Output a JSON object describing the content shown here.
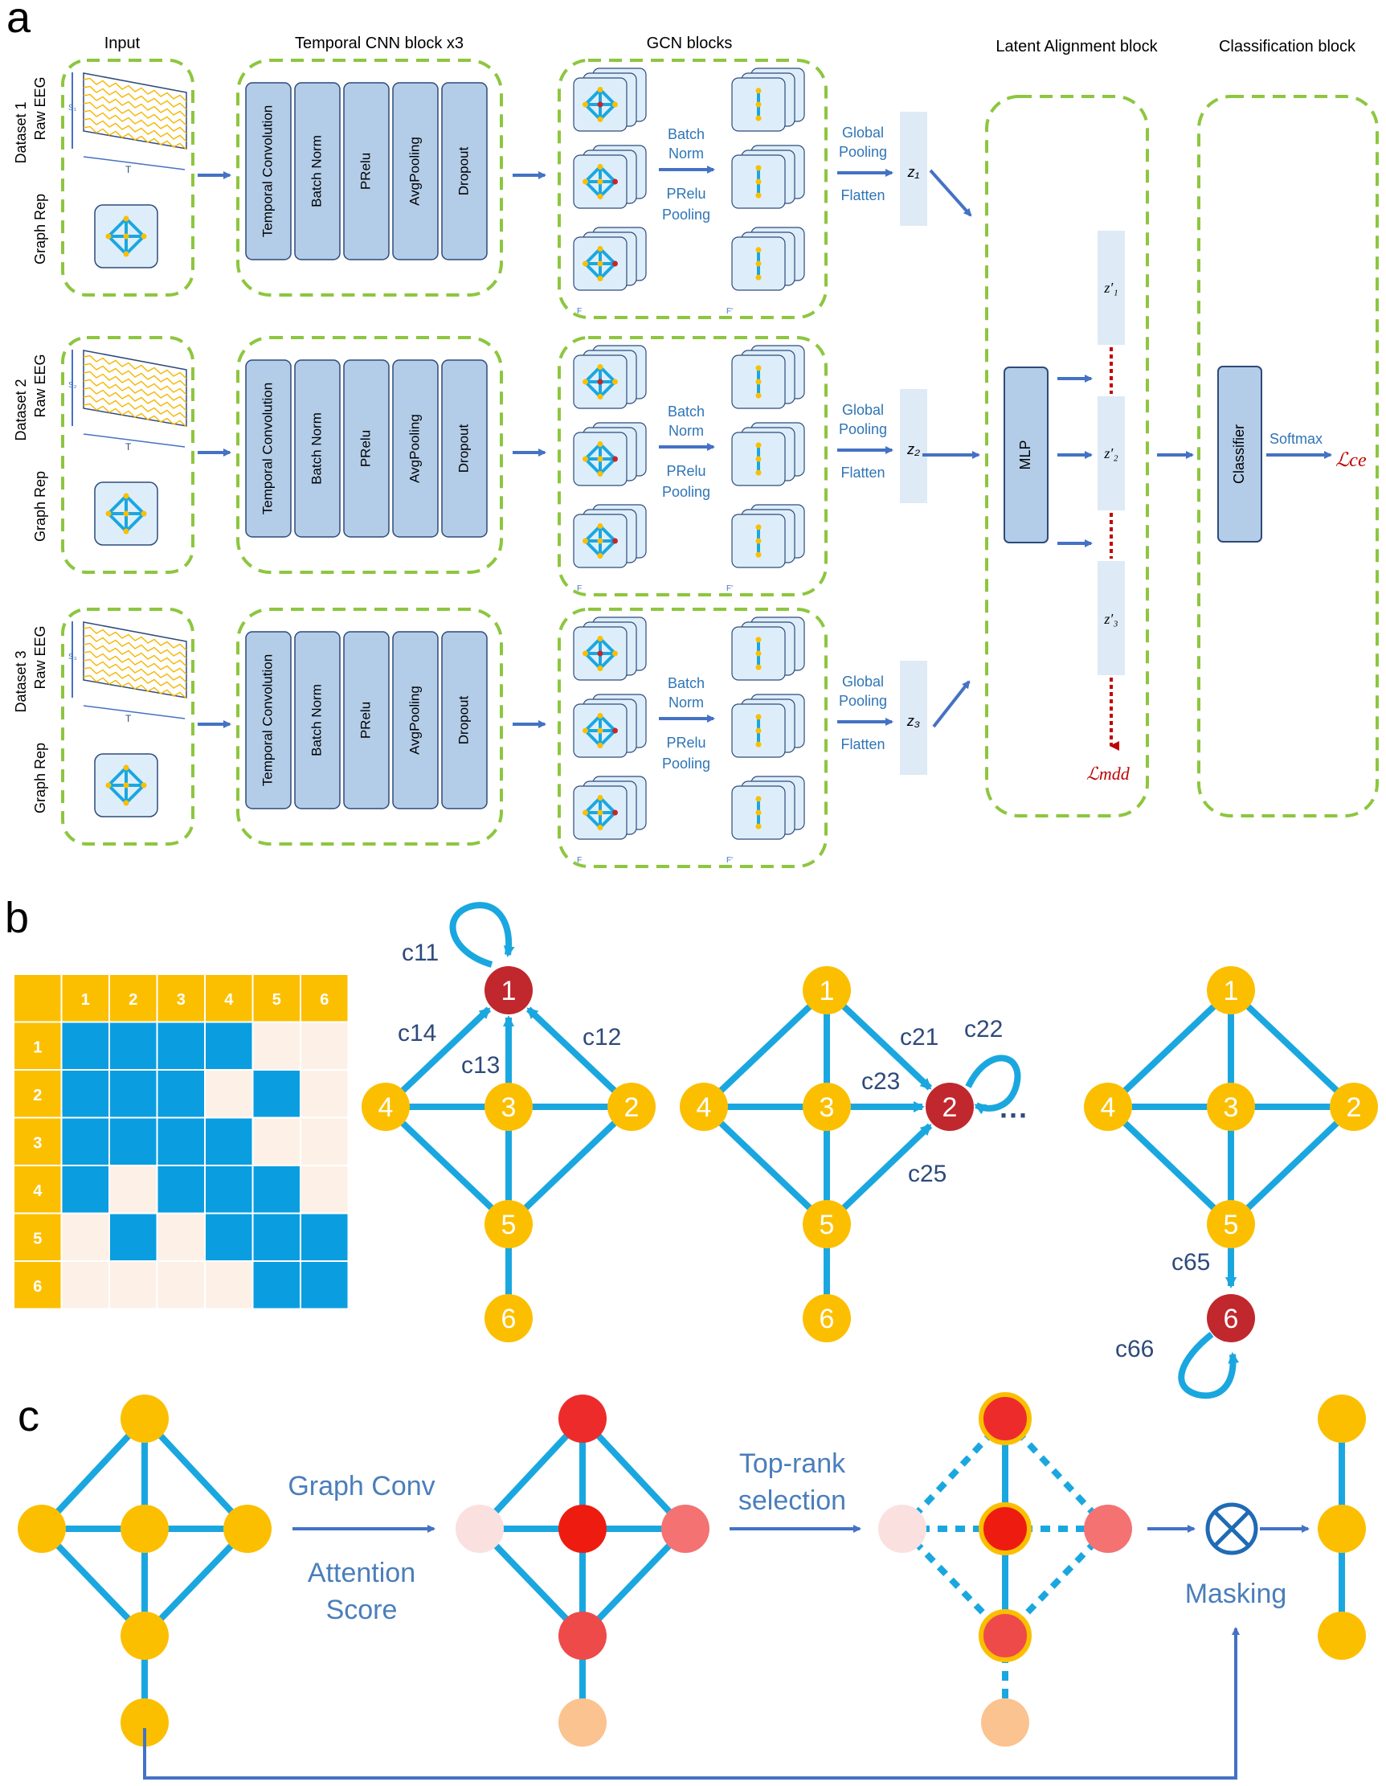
{
  "panel_letters": {
    "a": "a",
    "b": "b",
    "c": "c"
  },
  "colors": {
    "green_dash": "#8dc63f",
    "block_fill": "#b3cde8",
    "block_stroke": "#2e4a7a",
    "arrow_blue": "#4472c4",
    "text_blue": "#2e75b6",
    "edge_cyan": "#1aa7e0",
    "node_yellow": "#fbbf00",
    "node_red": "#c0282d",
    "loss_red": "#c00000",
    "matrix_blue": "#0a9ee0",
    "matrix_cream": "#fdf1e7"
  },
  "panel_a": {
    "headers": {
      "input": "Input",
      "temporal": "Temporal CNN block x3",
      "gcn": "GCN blocks",
      "latent": "Latent Alignment block",
      "classification": "Classification block"
    },
    "rows": [
      {
        "dataset": "Dataset 1",
        "raw": "Raw EEG",
        "graph": "Graph Rep",
        "s": "S₁",
        "z": "z₁"
      },
      {
        "dataset": "Dataset 2",
        "raw": "Raw EEG",
        "graph": "Graph Rep",
        "s": "S₂",
        "z": "z₂"
      },
      {
        "dataset": "Dataset 3",
        "raw": "Raw EEG",
        "graph": "Graph Rep",
        "s": "S₃",
        "z": "z₃"
      }
    ],
    "t_label": "T",
    "f_label": "F",
    "f_prime_label": "F'",
    "cnn_layers": [
      "Temporal Convolution",
      "Batch Norm",
      "PRelu",
      "AvgPooling",
      "Dropout"
    ],
    "gcn_ops": {
      "batch": "Batch",
      "norm": "Norm",
      "prelu": "PRelu",
      "pooling": "Pooling"
    },
    "pool_ops": {
      "global": "Global",
      "pooling": "Pooling",
      "flatten": "Flatten"
    },
    "mlp": "MLP",
    "z_primes": [
      "z′₁",
      "z′₂",
      "z′₃"
    ],
    "loss_mdd": "ℒmdd",
    "classifier": "Classifier",
    "softmax": "Softmax",
    "loss_ce": "ℒce"
  },
  "panel_b": {
    "matrix_headers": [
      "1",
      "2",
      "3",
      "4",
      "5",
      "6"
    ],
    "matrix": [
      [
        1,
        1,
        1,
        1,
        0,
        0
      ],
      [
        1,
        1,
        1,
        0,
        1,
        0
      ],
      [
        1,
        1,
        1,
        1,
        0,
        0
      ],
      [
        1,
        0,
        1,
        1,
        1,
        0
      ],
      [
        0,
        1,
        0,
        1,
        1,
        1
      ],
      [
        0,
        0,
        0,
        0,
        1,
        1
      ]
    ],
    "node_labels": [
      "1",
      "2",
      "3",
      "4",
      "5",
      "6"
    ],
    "graph1_coeffs": [
      "c11",
      "c14",
      "c13",
      "c12"
    ],
    "graph2_coeffs": [
      "c21",
      "c22",
      "c23",
      "c25"
    ],
    "graph3_coeffs": [
      "c65",
      "c66"
    ],
    "ellipsis": "···"
  },
  "panel_c": {
    "graph_conv": "Graph Conv",
    "attention_1": "Attention",
    "attention_2": "Score",
    "toprank_1": "Top-rank",
    "toprank_2": "selection",
    "masking": "Masking",
    "otimes": "⊗"
  }
}
